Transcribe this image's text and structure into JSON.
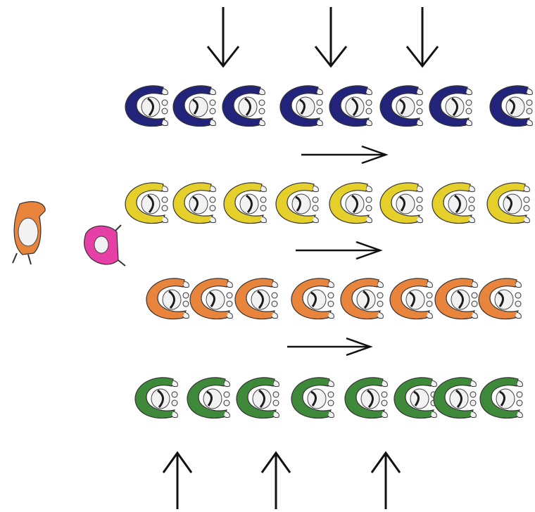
{
  "colors": {
    "background": "#ffffff",
    "arrow": "#111111",
    "row_blue": "#22237a",
    "row_yellow": "#e5cf2a",
    "row_orange": "#e8843c",
    "row_green": "#3e8a3a",
    "figure_pink": "#e63fa6",
    "figure_orange": "#e8843c",
    "figure_white": "#f2f2f2",
    "figure_black": "#1c1c1c"
  },
  "rows": [
    {
      "name": "blue-row",
      "color_key": "row_blue",
      "count": 8
    },
    {
      "name": "yellow-row",
      "color_key": "row_yellow",
      "count": 8
    },
    {
      "name": "orange-row",
      "color_key": "row_orange",
      "count": 8
    },
    {
      "name": "green-row",
      "color_key": "row_green",
      "count": 8
    }
  ],
  "arrows": {
    "top_down_count": 3,
    "right_count": 3,
    "bottom_up_count": 3
  },
  "side_figures": [
    {
      "name": "side-figure-orange",
      "color_key": "figure_orange"
    },
    {
      "name": "side-figure-pink",
      "color_key": "figure_pink"
    }
  ]
}
